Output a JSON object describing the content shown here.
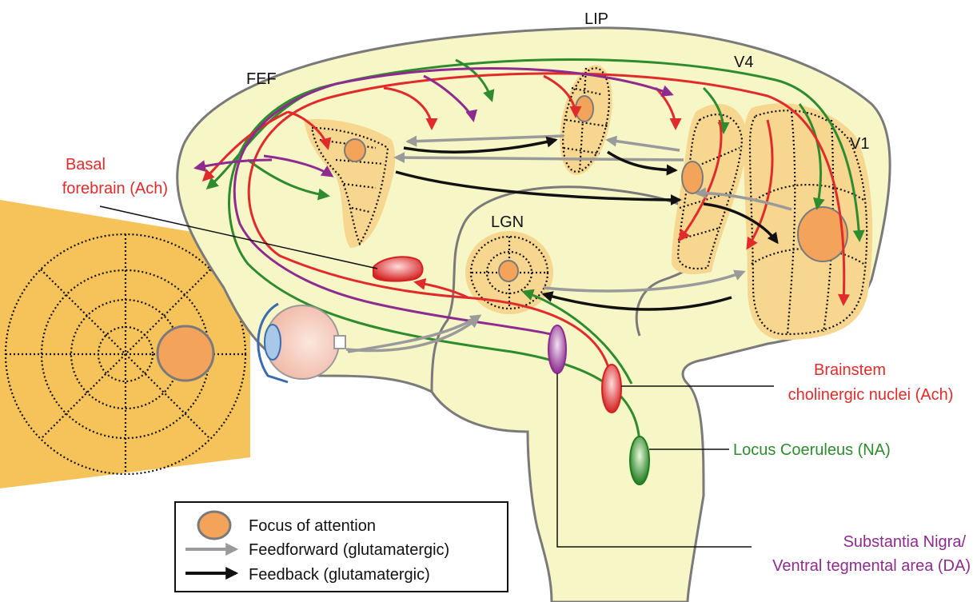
{
  "regions": {
    "lip": "LIP",
    "v4": "V4",
    "fef": "FEF",
    "v1": "V1",
    "lgn": "LGN"
  },
  "nuclei": {
    "basal_forebrain_line1": "Basal",
    "basal_forebrain_line2": "forebrain (Ach)",
    "brainstem_line1": "Brainstem",
    "brainstem_line2": "cholinergic nuclei (Ach)",
    "locus_coeruleus": "Locus Coeruleus (NA)",
    "substantia_line1": "Substantia Nigra/",
    "substantia_line2": "Ventral tegmental area (DA)"
  },
  "legend": {
    "focus": "Focus of attention",
    "feedforward": "Feedforward (glutamatergic)",
    "feedback": "Feedback (glutamatergic)"
  },
  "colors": {
    "brain": "#f7f6c7",
    "outline": "#7a7a7a",
    "area": "#f7d68f",
    "focus": "#f4a45a",
    "ach": "#e12b2b",
    "na": "#2e8b2e",
    "da": "#8e2b8e",
    "feedforward": "#9a9a9a",
    "feedback": "#111111",
    "visual_field": "#f5c35a"
  }
}
